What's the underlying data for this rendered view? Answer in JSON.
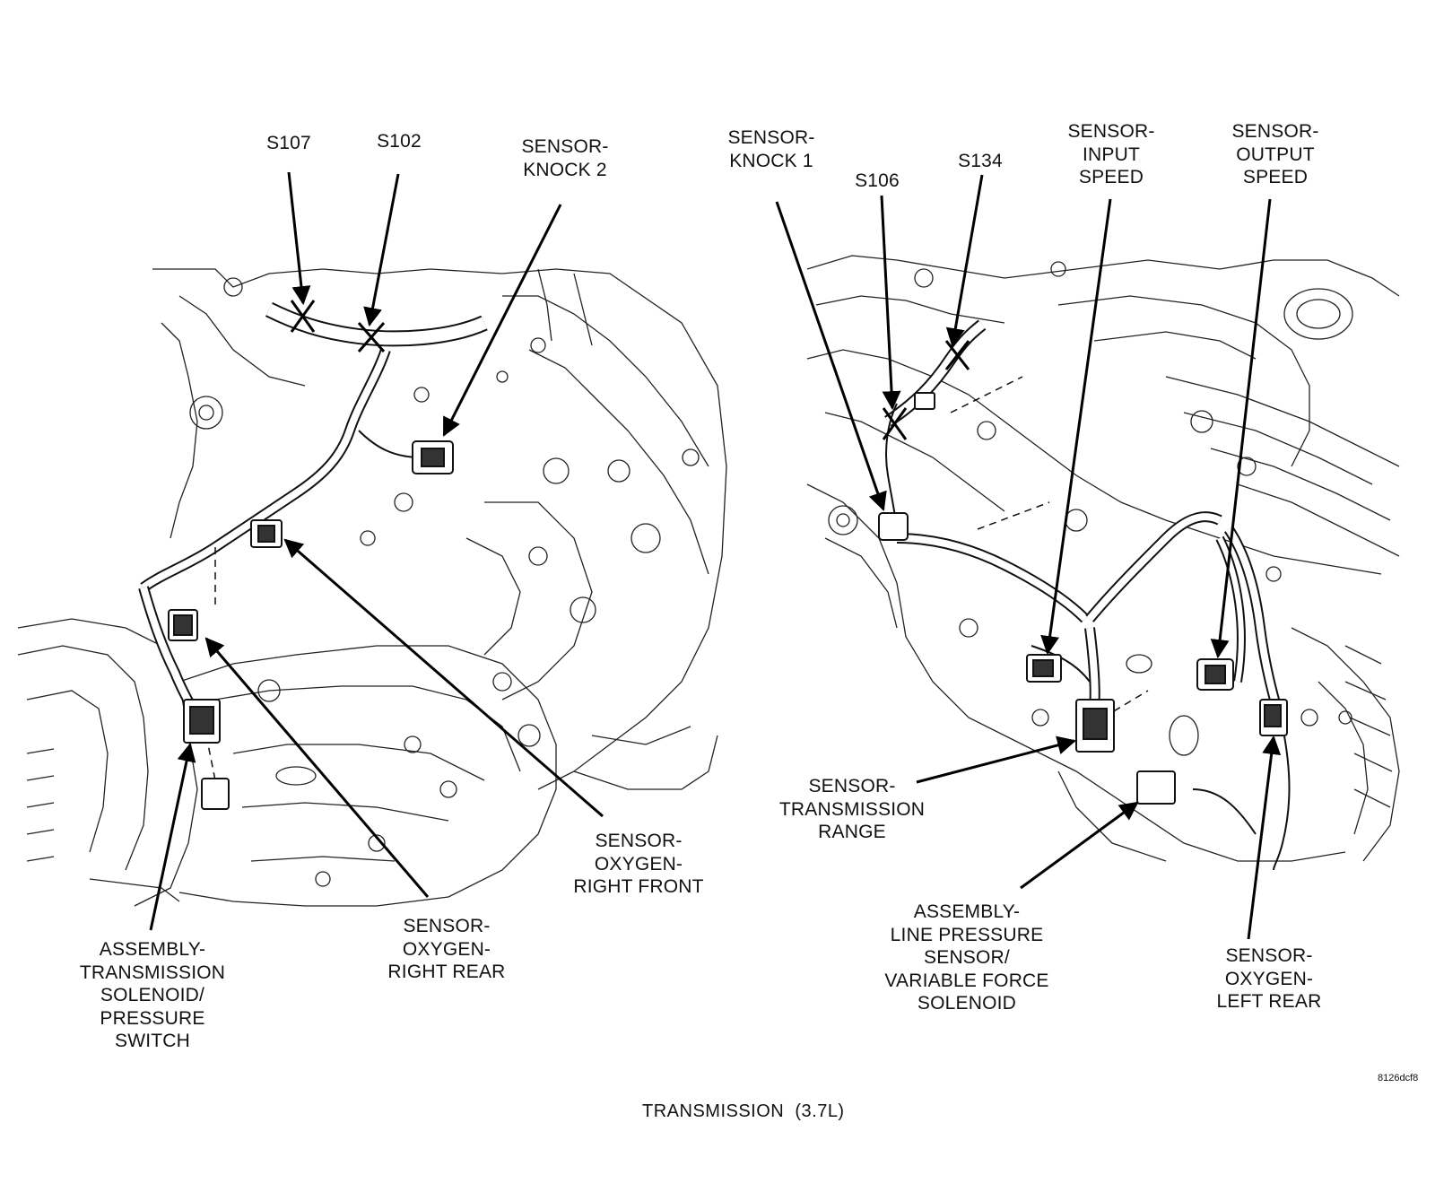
{
  "caption": "TRANSMISSION  (3.7L)",
  "figure_code": "8126dcf8",
  "labels": {
    "s107": [
      "S107"
    ],
    "s102": [
      "S102"
    ],
    "knock2": [
      "SENSOR-",
      "KNOCK 2"
    ],
    "knock1": [
      "SENSOR-",
      "KNOCK 1"
    ],
    "s106": [
      "S106"
    ],
    "s134": [
      "S134"
    ],
    "input_speed": [
      "SENSOR-",
      "INPUT",
      "SPEED"
    ],
    "output_speed": [
      "SENSOR-",
      "OUTPUT",
      "SPEED"
    ],
    "o2_right_front": [
      "SENSOR-",
      "OXYGEN-",
      "RIGHT FRONT"
    ],
    "o2_right_rear": [
      "SENSOR-",
      "OXYGEN-",
      "RIGHT REAR"
    ],
    "trans_solenoid": [
      "ASSEMBLY-",
      "TRANSMISSION",
      "SOLENOID/",
      "PRESSURE",
      "SWITCH"
    ],
    "trans_range": [
      "SENSOR-",
      "TRANSMISSION",
      "RANGE"
    ],
    "line_pressure": [
      "ASSEMBLY-",
      "LINE PRESSURE",
      "SENSOR/",
      "VARIABLE FORCE",
      "SOLENOID"
    ],
    "o2_left_rear": [
      "SENSOR-",
      "OXYGEN-",
      "LEFT REAR"
    ]
  }
}
